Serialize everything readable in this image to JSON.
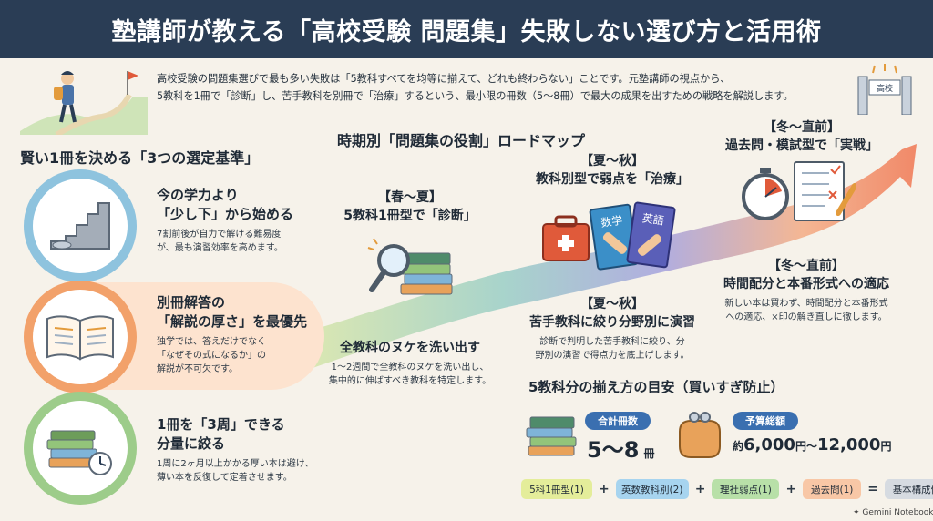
{
  "header": {
    "title": "塾講師が教える「高校受験 問題集」失敗しない選び方と活用術"
  },
  "intro": {
    "line1": "高校受験の問題集選びで最も多い失敗は「5教科すべてを均等に揃えて、どれも終わらない」ことです。元塾講師の視点から、",
    "line2": "5教科を1冊で「診断」し、苦手教科を別冊で「治療」するという、最小限の冊数（5～8冊）で最大の成果を出すための戦略を解説します。"
  },
  "criteria": {
    "title": "賢い1冊を決める「3つの選定基準」",
    "items": [
      {
        "title1": "今の学力より",
        "title2": "「少し下」から始める",
        "desc1": "7割前後が自力で解ける難易度",
        "desc2": "が、最も演習効率を高めます。"
      },
      {
        "title1": "別冊解答の",
        "title2": "「解説の厚さ」を最優先",
        "desc1": "独学では、答えだけでなく",
        "desc2": "「なぜその式になるか」の",
        "desc3": "解説が不可欠です。"
      },
      {
        "title1": "1冊を「3周」できる",
        "title2": "分量に絞る",
        "desc1": "1周に2ヶ月以上かかる厚い本は避け、",
        "desc2": "薄い本を反復して定着させます。"
      }
    ]
  },
  "roadmap": {
    "title": "時期別「問題集の役割」ロードマップ",
    "spring": {
      "label": "【春～夏】",
      "title": "5教科1冊型で「診断」",
      "sub": "全教科のヌケを洗い出す",
      "desc1": "1～2週間で全教科のヌケを洗い出し、",
      "desc2": "集中的に伸ばすべき教科を特定します。"
    },
    "summer": {
      "label": "【夏～秋】",
      "title": "教科別型で弱点を「治療」",
      "label2": "【夏～秋】",
      "sub": "苦手教科に絞り分野別に演習",
      "desc1": "診断で判明した苦手教科に絞り、分",
      "desc2": "野別の演習で得点力を底上げします。"
    },
    "winter": {
      "label": "【冬～直前】",
      "title": "過去問・模試型で「実戦」",
      "label2": "【冬～直前】",
      "sub": "時間配分と本番形式への適応",
      "desc1": "新しい本は買わず、時間配分と本番形式",
      "desc2": "への適応、×印の解き直しに徹します。"
    },
    "book_labels": {
      "math": "数学",
      "english": "英語"
    },
    "school_sign": "高校"
  },
  "budget": {
    "title": "5教科分の揃え方の目安（買いすぎ防止）",
    "count_label": "合計冊数",
    "count_value": "5～8",
    "count_unit": "冊",
    "budget_label": "予算総額",
    "budget_prefix": "約",
    "budget_low": "6,000",
    "budget_sep": "円～",
    "budget_high": "12,000",
    "budget_unit": "円",
    "chips": [
      "5科1冊型(1)",
      "英数教科別(2)",
      "理社弱点(1)",
      "過去問(1)",
      "基本構成例"
    ],
    "ops": [
      "+",
      "+",
      "+",
      "="
    ]
  },
  "footer": {
    "brand": "Gemini Notebook"
  },
  "colors": {
    "header_bg": "#2a3d55",
    "count_pill": "#3a6fb0",
    "budget_pill": "#3a6fb0",
    "circle1": "#8ec3de",
    "circle2": "#f2a16a",
    "circle3": "#9dcc8a"
  }
}
